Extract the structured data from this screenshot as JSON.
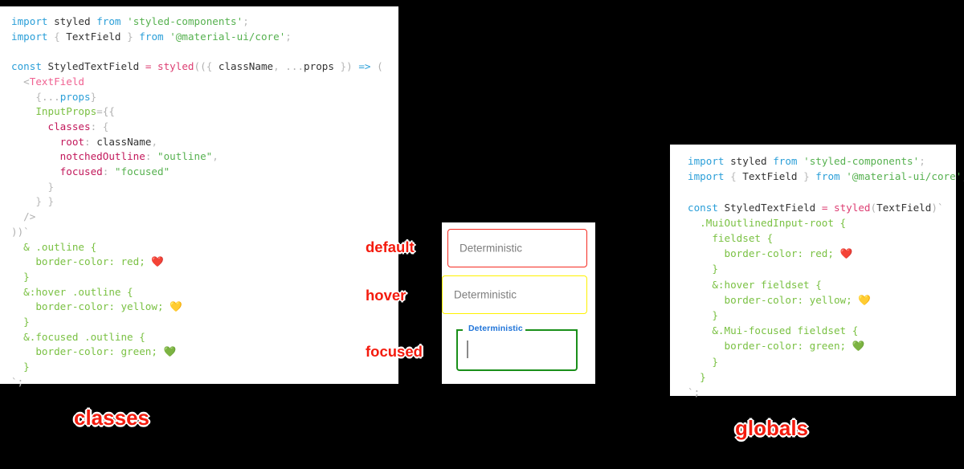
{
  "diagram": {
    "title_left": "classes",
    "title_right": "globals"
  },
  "left_panel": {
    "name": "classes-approach-code",
    "language": "jsx",
    "lines": [
      {
        "tokens": [
          {
            "t": "import",
            "c": "kw"
          },
          {
            "t": " ",
            "c": "plain"
          },
          {
            "t": "styled",
            "c": "plain"
          },
          {
            "t": " ",
            "c": "plain"
          },
          {
            "t": "from",
            "c": "kw"
          },
          {
            "t": " ",
            "c": "plain"
          },
          {
            "t": "'styled-components'",
            "c": "str"
          },
          {
            "t": ";",
            "c": "punc"
          }
        ]
      },
      {
        "tokens": [
          {
            "t": "import",
            "c": "kw"
          },
          {
            "t": " ",
            "c": "plain"
          },
          {
            "t": "{",
            "c": "punc"
          },
          {
            "t": " TextField ",
            "c": "plain"
          },
          {
            "t": "}",
            "c": "punc"
          },
          {
            "t": " ",
            "c": "plain"
          },
          {
            "t": "from",
            "c": "kw"
          },
          {
            "t": " ",
            "c": "plain"
          },
          {
            "t": "'@material-ui/core'",
            "c": "str"
          },
          {
            "t": ";",
            "c": "punc"
          }
        ]
      },
      {
        "tokens": []
      },
      {
        "tokens": [
          {
            "t": "const",
            "c": "kw"
          },
          {
            "t": " StyledTextField ",
            "c": "plain"
          },
          {
            "t": "=",
            "c": "op"
          },
          {
            "t": " ",
            "c": "plain"
          },
          {
            "t": "styled",
            "c": "fn"
          },
          {
            "t": "((",
            "c": "gray"
          },
          {
            "t": "{",
            "c": "punc"
          },
          {
            "t": " className",
            "c": "plain"
          },
          {
            "t": ",",
            "c": "punc"
          },
          {
            "t": " ",
            "c": "plain"
          },
          {
            "t": "...",
            "c": "gray"
          },
          {
            "t": "props ",
            "c": "plain"
          },
          {
            "t": "}",
            "c": "punc"
          },
          {
            "t": ") ",
            "c": "gray"
          },
          {
            "t": "=>",
            "c": "arrow"
          },
          {
            "t": " (",
            "c": "gray"
          }
        ]
      },
      {
        "tokens": [
          {
            "t": "  ",
            "c": "plain"
          },
          {
            "t": "<",
            "c": "gray"
          },
          {
            "t": "TextField",
            "c": "tag"
          }
        ]
      },
      {
        "tokens": [
          {
            "t": "    ",
            "c": "plain"
          },
          {
            "t": "{",
            "c": "punc"
          },
          {
            "t": "...",
            "c": "gray"
          },
          {
            "t": "props",
            "c": "var"
          },
          {
            "t": "}",
            "c": "punc"
          }
        ]
      },
      {
        "tokens": [
          {
            "t": "    ",
            "c": "plain"
          },
          {
            "t": "InputProps",
            "c": "attr"
          },
          {
            "t": "=",
            "c": "gray"
          },
          {
            "t": "{{",
            "c": "gray"
          }
        ]
      },
      {
        "tokens": [
          {
            "t": "      ",
            "c": "plain"
          },
          {
            "t": "classes",
            "c": "prop"
          },
          {
            "t": ": ",
            "c": "gray"
          },
          {
            "t": "{",
            "c": "punc"
          }
        ]
      },
      {
        "tokens": [
          {
            "t": "        ",
            "c": "plain"
          },
          {
            "t": "root",
            "c": "prop"
          },
          {
            "t": ": ",
            "c": "gray"
          },
          {
            "t": "className",
            "c": "plain"
          },
          {
            "t": ",",
            "c": "punc"
          }
        ]
      },
      {
        "tokens": [
          {
            "t": "        ",
            "c": "plain"
          },
          {
            "t": "notchedOutline",
            "c": "prop"
          },
          {
            "t": ": ",
            "c": "gray"
          },
          {
            "t": "\"outline\"",
            "c": "str"
          },
          {
            "t": ",",
            "c": "punc"
          }
        ]
      },
      {
        "tokens": [
          {
            "t": "        ",
            "c": "plain"
          },
          {
            "t": "focused",
            "c": "prop"
          },
          {
            "t": ": ",
            "c": "gray"
          },
          {
            "t": "\"focused\"",
            "c": "str"
          }
        ]
      },
      {
        "tokens": [
          {
            "t": "      ",
            "c": "plain"
          },
          {
            "t": "}",
            "c": "punc"
          }
        ]
      },
      {
        "tokens": [
          {
            "t": "    ",
            "c": "plain"
          },
          {
            "t": "} }",
            "c": "punc"
          }
        ]
      },
      {
        "tokens": [
          {
            "t": "  ",
            "c": "plain"
          },
          {
            "t": "/>",
            "c": "gray"
          }
        ]
      },
      {
        "tokens": [
          {
            "t": "))",
            "c": "gray"
          },
          {
            "t": "`",
            "c": "gray"
          }
        ]
      },
      {
        "tokens": [
          {
            "t": "  & .outline {",
            "c": "css"
          }
        ]
      },
      {
        "tokens": [
          {
            "t": "    border-color: red; ",
            "c": "css"
          },
          {
            "t": "❤️",
            "c": "emoji"
          }
        ]
      },
      {
        "tokens": [
          {
            "t": "  }",
            "c": "css"
          }
        ]
      },
      {
        "tokens": [
          {
            "t": "  &:hover .outline {",
            "c": "css"
          }
        ]
      },
      {
        "tokens": [
          {
            "t": "    border-color: yellow; ",
            "c": "css"
          },
          {
            "t": "💛",
            "c": "emoji"
          }
        ]
      },
      {
        "tokens": [
          {
            "t": "  }",
            "c": "css"
          }
        ]
      },
      {
        "tokens": [
          {
            "t": "  &.focused .outline {",
            "c": "css"
          }
        ]
      },
      {
        "tokens": [
          {
            "t": "    border-color: green; ",
            "c": "css"
          },
          {
            "t": "💚",
            "c": "emoji"
          }
        ]
      },
      {
        "tokens": [
          {
            "t": "  }",
            "c": "css"
          }
        ]
      },
      {
        "tokens": [
          {
            "t": "`;",
            "c": "gray"
          }
        ]
      }
    ]
  },
  "right_panel": {
    "name": "globals-approach-code",
    "language": "jsx",
    "lines": [
      {
        "tokens": [
          {
            "t": "import",
            "c": "kw"
          },
          {
            "t": " ",
            "c": "plain"
          },
          {
            "t": "styled",
            "c": "plain"
          },
          {
            "t": " ",
            "c": "plain"
          },
          {
            "t": "from",
            "c": "kw"
          },
          {
            "t": " ",
            "c": "plain"
          },
          {
            "t": "'styled-components'",
            "c": "str"
          },
          {
            "t": ";",
            "c": "punc"
          }
        ]
      },
      {
        "tokens": [
          {
            "t": "import",
            "c": "kw"
          },
          {
            "t": " ",
            "c": "plain"
          },
          {
            "t": "{",
            "c": "punc"
          },
          {
            "t": " TextField ",
            "c": "plain"
          },
          {
            "t": "}",
            "c": "punc"
          },
          {
            "t": " ",
            "c": "plain"
          },
          {
            "t": "from",
            "c": "kw"
          },
          {
            "t": " ",
            "c": "plain"
          },
          {
            "t": "'@material-ui/core'",
            "c": "str"
          },
          {
            "t": ";",
            "c": "punc"
          }
        ]
      },
      {
        "tokens": []
      },
      {
        "tokens": [
          {
            "t": "const",
            "c": "kw"
          },
          {
            "t": " StyledTextField ",
            "c": "plain"
          },
          {
            "t": "=",
            "c": "op"
          },
          {
            "t": " ",
            "c": "plain"
          },
          {
            "t": "styled",
            "c": "fn"
          },
          {
            "t": "(",
            "c": "gray"
          },
          {
            "t": "TextField",
            "c": "plain"
          },
          {
            "t": ")",
            "c": "gray"
          },
          {
            "t": "`",
            "c": "gray"
          }
        ]
      },
      {
        "tokens": [
          {
            "t": "  .MuiOutlinedInput-root {",
            "c": "css"
          }
        ]
      },
      {
        "tokens": [
          {
            "t": "    fieldset {",
            "c": "css"
          }
        ]
      },
      {
        "tokens": [
          {
            "t": "      border-color: red; ",
            "c": "css"
          },
          {
            "t": "❤️",
            "c": "emoji"
          }
        ]
      },
      {
        "tokens": [
          {
            "t": "    }",
            "c": "css"
          }
        ]
      },
      {
        "tokens": [
          {
            "t": "    &:hover fieldset {",
            "c": "css"
          }
        ]
      },
      {
        "tokens": [
          {
            "t": "      border-color: yellow; ",
            "c": "css"
          },
          {
            "t": "💛",
            "c": "emoji"
          }
        ]
      },
      {
        "tokens": [
          {
            "t": "    }",
            "c": "css"
          }
        ]
      },
      {
        "tokens": [
          {
            "t": "    &.Mui-focused fieldset {",
            "c": "css"
          }
        ]
      },
      {
        "tokens": [
          {
            "t": "      border-color: green; ",
            "c": "css"
          },
          {
            "t": "💚",
            "c": "emoji"
          }
        ]
      },
      {
        "tokens": [
          {
            "t": "    }",
            "c": "css"
          }
        ]
      },
      {
        "tokens": [
          {
            "t": "  }",
            "c": "css"
          }
        ]
      },
      {
        "tokens": [
          {
            "t": "`;",
            "c": "gray"
          }
        ]
      }
    ]
  },
  "preview": {
    "annotations": {
      "default": "default",
      "hover": "hover",
      "focused": "focused"
    },
    "fields": {
      "default": {
        "value": "Deterministic",
        "border_color": "#f52b21",
        "state": "default"
      },
      "hover": {
        "value": "Deterministic",
        "border_color": "#fff200",
        "state": "hover"
      },
      "focused": {
        "label": "Deterministic",
        "value": "",
        "border_color": "#1a8f1a",
        "label_color": "#2175d9",
        "state": "focused"
      }
    }
  }
}
